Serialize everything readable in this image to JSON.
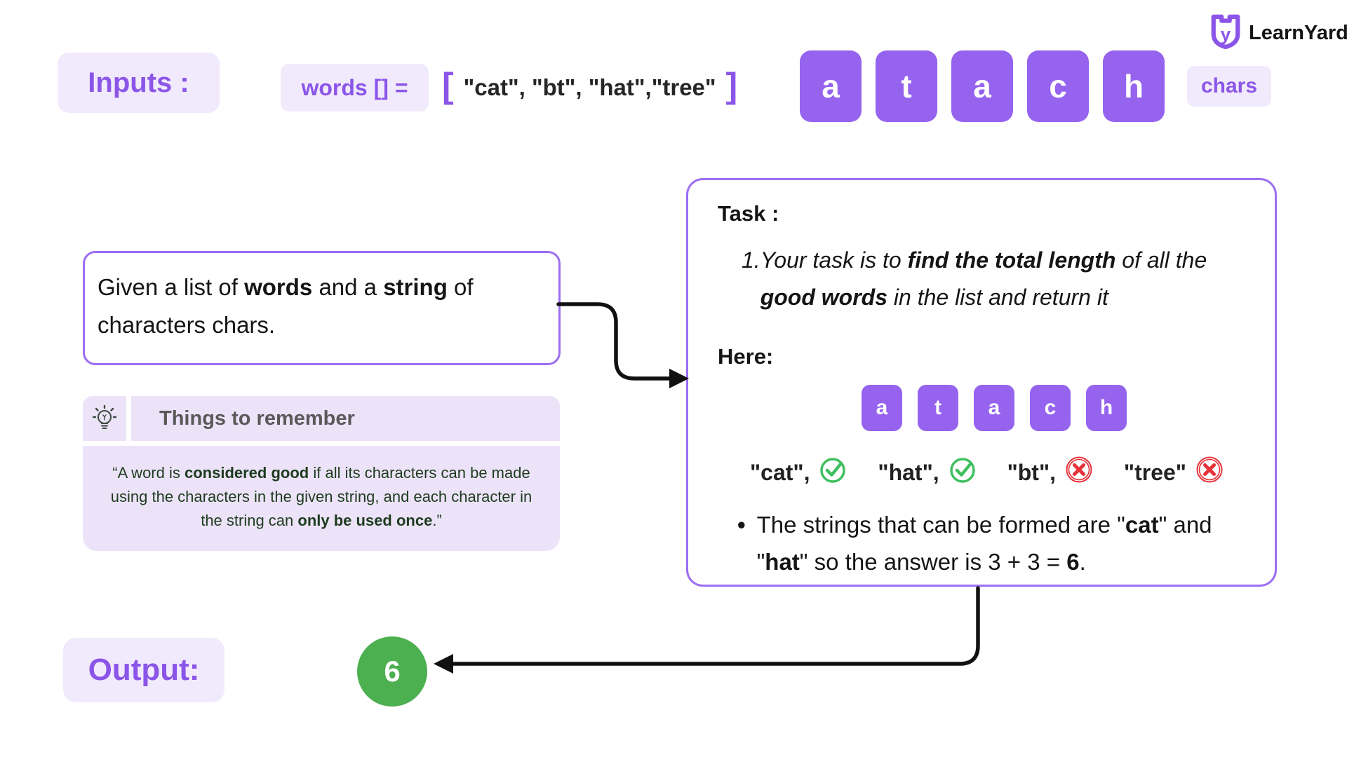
{
  "colors": {
    "accent_purple": "#8b55e8",
    "tile_purple": "#9563ee",
    "border_purple": "#9d6ef2",
    "badge_bg": "#f1eafc",
    "panel_bg": "#ece3f9",
    "quote_text": "#1e3b1e",
    "heading_gray": "#595959",
    "success_green": "#4caf50",
    "check_green": "#3fbf5f",
    "cross_red": "#e53238",
    "text_dark": "#151515",
    "arrow_black": "#111111"
  },
  "logo": {
    "name": "LearnYard",
    "icon": "shield-y-icon"
  },
  "inputs": {
    "label": "Inputs :",
    "words_label": "words [] =",
    "open_bracket": "[",
    "array_text": "\"cat\", \"bt\", \"hat\",\"tree\"",
    "close_bracket": "]",
    "chars_label": "chars",
    "chars_tiles": [
      "a",
      "t",
      "a",
      "c",
      "h"
    ]
  },
  "problem": {
    "statement": [
      {
        "t": "Given a list of "
      },
      {
        "t": "words",
        "s": "b"
      },
      {
        "t": " and a "
      },
      {
        "t": "string",
        "s": "b"
      },
      {
        "t": " of characters chars."
      }
    ]
  },
  "remember": {
    "icon": "lightbulb-icon",
    "title": "Things to remember",
    "quote": [
      {
        "t": "“A word is "
      },
      {
        "t": "considered good",
        "s": "b"
      },
      {
        "t": " if all its characters can be made using the characters in the given string, and each character in the string can "
      },
      {
        "t": "only be used once",
        "s": "b"
      },
      {
        "t": ".”"
      }
    ]
  },
  "task": {
    "title": "Task :",
    "item_number": "1.",
    "item": [
      {
        "t": "Your task is to ",
        "s": "i"
      },
      {
        "t": "find the total length",
        "s": "bi"
      },
      {
        "t": " of all the ",
        "s": "i"
      },
      {
        "t": "good words",
        "s": "bi"
      },
      {
        "t": " in the list and return it",
        "s": "i"
      }
    ],
    "here_label": "Here:",
    "tiles": [
      "a",
      "t",
      "a",
      "c",
      "h"
    ],
    "checks": [
      {
        "word": "\"cat\",",
        "status": "good",
        "icon": "check-circle-icon"
      },
      {
        "word": "\"hat\",",
        "status": "good",
        "icon": "check-circle-icon"
      },
      {
        "word": "\"bt\",",
        "status": "bad",
        "icon": "cross-circle-icon"
      },
      {
        "word": "\"tree\"",
        "status": "bad",
        "icon": "cross-circle-icon"
      }
    ],
    "bullet": [
      {
        "t": "The strings that can be formed are \""
      },
      {
        "t": "cat",
        "s": "b"
      },
      {
        "t": "\" and \""
      },
      {
        "t": "hat",
        "s": "b"
      },
      {
        "t": "\" so the answer is 3 + 3 = "
      },
      {
        "t": "6",
        "s": "b"
      },
      {
        "t": "."
      }
    ],
    "bullet_marker": "•"
  },
  "output": {
    "label": "Output:",
    "value": "6"
  }
}
